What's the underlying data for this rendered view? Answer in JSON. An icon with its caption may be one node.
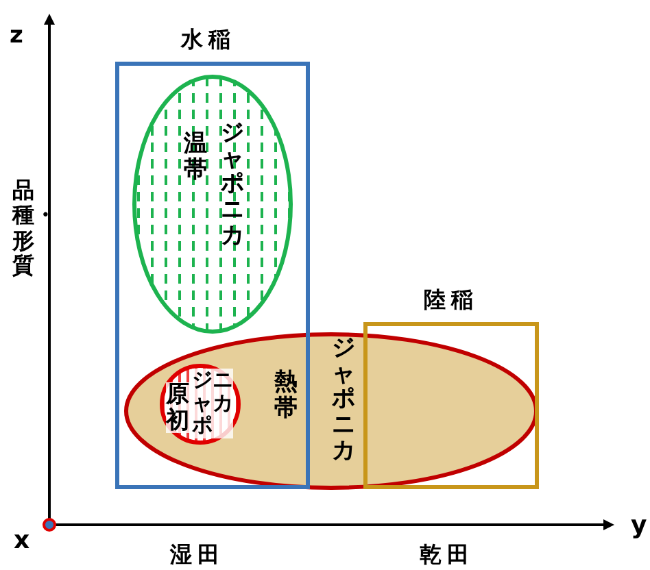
{
  "diagram": {
    "nodes": [
      {
        "text": [
          "水稲"
        ]
      },
      {
        "text": [
          "温帯",
          "ジャポニカ"
        ],
        "in": 0
      },
      {
        "text": [
          "陸稲"
        ]
      },
      {
        "text": [
          "熱帯",
          "ジャポニカ"
        ]
      },
      {
        "text": [
          "原初",
          "ジャポニカ"
        ]
      }
    ],
    "labels": [
      "z",
      "品種・形質",
      "x",
      "y",
      "湿田",
      "乾田"
    ]
  }
}
